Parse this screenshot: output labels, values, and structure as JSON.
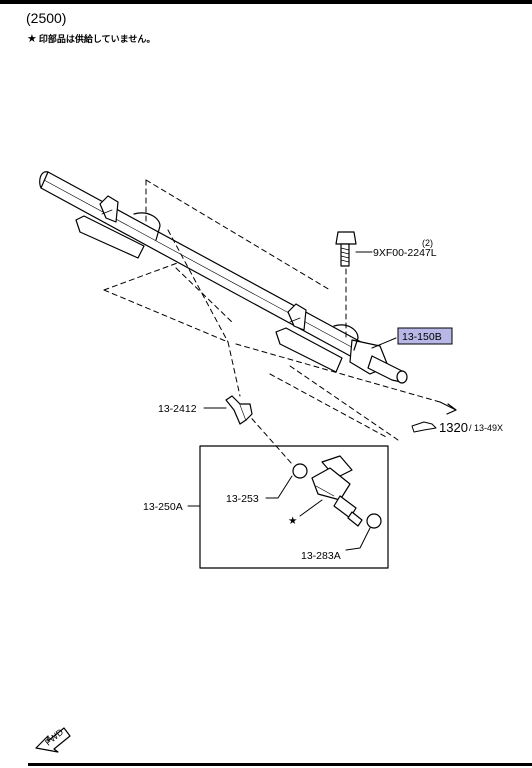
{
  "header": {
    "engine_code": "(2500)",
    "note_symbol": "★",
    "note_text": "印部品は供給していません。"
  },
  "callouts": {
    "bolt_qty": "(2)",
    "bolt_part": "9XF00-2247L",
    "fuel_rail": "13-150B",
    "ref_main": "1320",
    "ref_sub": "/ 13-49X",
    "clip": "13-2412",
    "injector_kit": "13-250A",
    "upper_oring": "13-253",
    "lower_oring": "13-283A",
    "star_mark": "★"
  },
  "colors": {
    "highlight_fill": "#b8b8e8",
    "line": "#000000"
  },
  "icons": {
    "fwd_arrow": "fwd-arrow-icon",
    "fwd_text": "FWD",
    "reference_hand": "pointing-hand-icon"
  }
}
